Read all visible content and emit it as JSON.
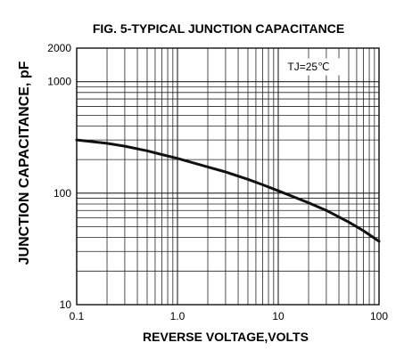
{
  "chart_data": {
    "type": "line",
    "title": "FIG. 5-TYPICAL JUNCTION CAPACITANCE",
    "xlabel": "REVERSE VOLTAGE,VOLTS",
    "ylabel": "JUNCTION CAPACITANCE, pF",
    "x_scale": "log",
    "y_scale": "log",
    "xlim": [
      0.1,
      100
    ],
    "ylim": [
      10,
      2000
    ],
    "x_ticks": [
      "0.1",
      "1.0",
      "10",
      "100"
    ],
    "y_ticks": [
      "10",
      "100",
      "1000",
      "2000"
    ],
    "grid": true,
    "annotation": "TJ=25℃",
    "series": [
      {
        "x": [
          0.1,
          0.2,
          0.3,
          0.5,
          0.7,
          1.0,
          2.0,
          3.0,
          5.0,
          7.0,
          10,
          20,
          30,
          50,
          70,
          100
        ],
        "y": [
          300,
          280,
          264,
          240,
          222,
          205,
          172,
          155,
          133,
          119,
          105,
          82,
          70,
          55,
          46,
          37
        ]
      }
    ]
  }
}
